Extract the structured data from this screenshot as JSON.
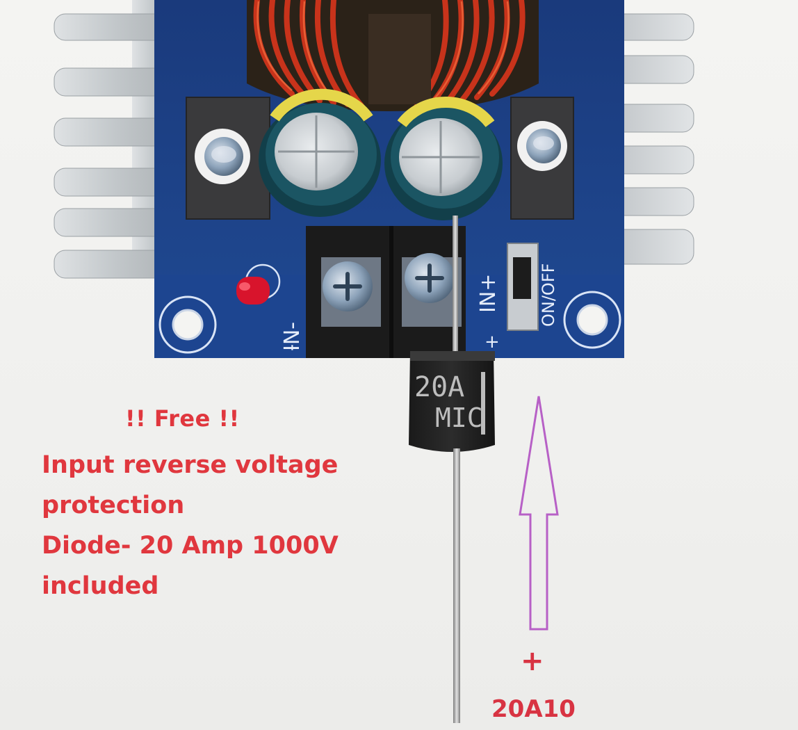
{
  "overlay": {
    "free_line": "!!  Free  !!",
    "desc_line_1": "Input reverse voltage",
    "desc_line_2": "protection",
    "desc_line_3": "Diode- 20 Amp 1000V",
    "desc_line_4": "included",
    "plus_sign": "+",
    "part_code": "20A10"
  },
  "board_labels": {
    "in_minus": "IN-",
    "in_plus": "IN+",
    "minus_sign": "-",
    "plus_sign": "+",
    "switch_label": "ON/OFF"
  },
  "diode_marking": {
    "line_1": "20A",
    "line_2": "MIC"
  },
  "colors": {
    "text_red": "#e0373e",
    "arrow_purple": "#b760c6",
    "pcb_blue": "#1c3f84",
    "heatsink": "#cfd3d6",
    "coil_copper": "#c8331b"
  }
}
